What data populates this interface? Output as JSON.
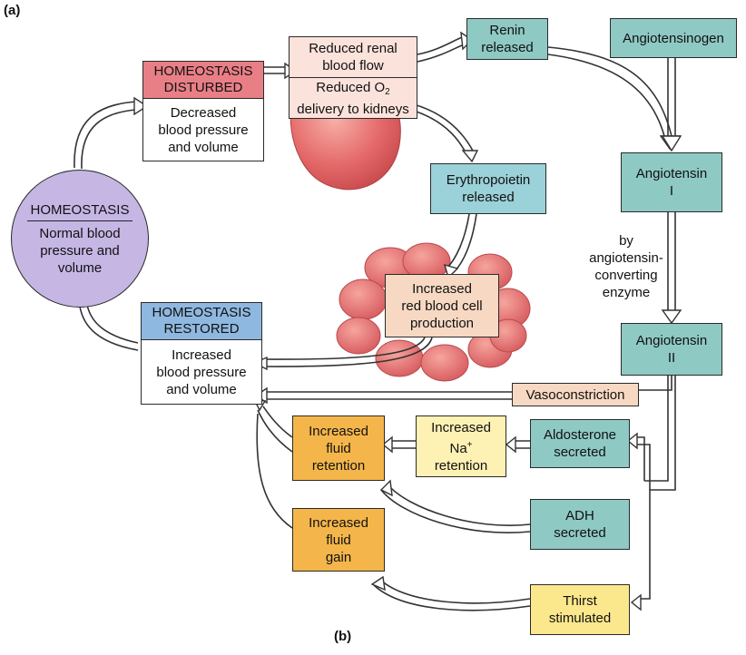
{
  "panel_a_label": "(a)",
  "panel_b_label": "(b)",
  "homeostasis": {
    "title": "HOMEOSTASIS",
    "lines": [
      "Normal blood",
      "pressure and",
      "volume"
    ]
  },
  "disturbed": {
    "header": [
      "HOMEOSTASIS",
      "DISTURBED"
    ],
    "lines": [
      "Decreased",
      "blood pressure",
      "and volume"
    ]
  },
  "restored": {
    "header": [
      "HOMEOSTASIS",
      "RESTORED"
    ],
    "lines": [
      "Increased",
      "blood pressure",
      "and volume"
    ]
  },
  "reduced_renal": {
    "lines": [
      "Reduced renal",
      "blood flow"
    ]
  },
  "reduced_o2": {
    "prefix": "Reduced O",
    "sub": "2",
    "line2": "delivery to kidneys"
  },
  "renin": {
    "lines": [
      "Renin",
      "released"
    ]
  },
  "angiotensinogen": {
    "text": "Angiotensinogen"
  },
  "angiotensin1": {
    "lines": [
      "Angiotensin",
      "I"
    ]
  },
  "ace_label": {
    "lines": [
      "by",
      "angiotensin-",
      "converting",
      "enzyme"
    ]
  },
  "angiotensin2": {
    "lines": [
      "Angiotensin",
      "II"
    ]
  },
  "erythropoietin": {
    "lines": [
      "Erythropoietin",
      "released"
    ]
  },
  "rbc": {
    "lines": [
      "Increased",
      "red blood cell",
      "production"
    ]
  },
  "vasoconstriction": {
    "text": "Vasoconstriction"
  },
  "aldosterone": {
    "lines": [
      "Aldosterone",
      "secreted"
    ]
  },
  "na_retention": {
    "line1": "Increased",
    "prefix": "Na",
    "sup": "+",
    "line3": "retention"
  },
  "fluid_retention": {
    "lines": [
      "Increased",
      "fluid",
      "retention"
    ]
  },
  "adh": {
    "lines": [
      "ADH",
      "secreted"
    ]
  },
  "fluid_gain": {
    "lines": [
      "Increased",
      "fluid",
      "gain"
    ]
  },
  "thirst": {
    "lines": [
      "Thirst",
      "stimulated"
    ]
  },
  "colors": {
    "blue": "#8fc9c4",
    "orange": "#f4b64a",
    "yellow": "#fbe88c",
    "red_header": "#e97f86",
    "blue_header": "#8fb8e0",
    "circle": "#c6b6e4",
    "kidney": "#e56a6a"
  }
}
